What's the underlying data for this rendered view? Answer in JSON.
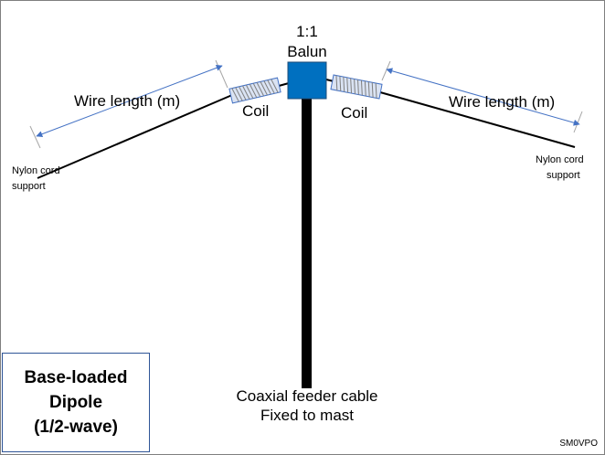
{
  "diagram": {
    "balun_ratio": "1:1",
    "balun_label": "Balun",
    "coil_left": "Coil",
    "coil_right": "Coil",
    "wire_length_left": "Wire length (m)",
    "wire_length_right": "Wire length (m)",
    "support_left_line1": "Nylon cord",
    "support_left_line2": "support",
    "support_right_line1": "Nylon cord",
    "support_right_line2": "support",
    "feeder_line1": "Coaxial feeder cable",
    "feeder_line2": "Fixed to mast",
    "credit": "SM0VPO",
    "colors": {
      "balun": "#0070c0",
      "arrow": "#4472c4",
      "coil_fill": "#dae3f3",
      "title_border": "#2f5597"
    }
  },
  "title": {
    "line1": "Base-loaded",
    "line2": "Dipole",
    "line3": "(1/2-wave)"
  }
}
